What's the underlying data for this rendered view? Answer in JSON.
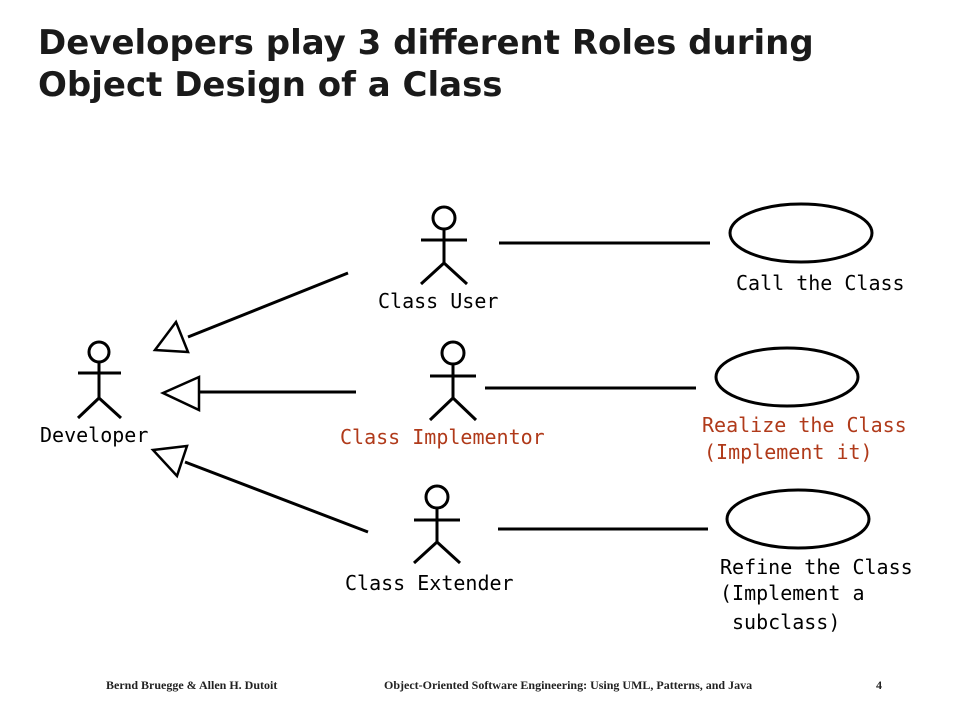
{
  "slide": {
    "title_line1": "Developers play 3 different Roles during",
    "title_line2": "Object Design of a Class"
  },
  "diagram": {
    "actors": {
      "developer": "Developer",
      "class_user": "Class User",
      "class_implementor": "Class Implementor",
      "class_extender": "Class Extender"
    },
    "use_cases": {
      "call": "Call the Class",
      "realize_line1": "Realize the Class",
      "realize_line2": "(Implement it)",
      "refine_line1": "Refine the Class",
      "refine_line2": "(Implement a",
      "refine_line3": "subclass)"
    }
  },
  "colors": {
    "highlight": "#b03a1a",
    "ink": "#000000"
  },
  "footer": {
    "authors": "Bernd Bruegge & Allen H. Dutoit",
    "book": "Object-Oriented Software Engineering: Using UML, Patterns, and Java",
    "page": "4"
  }
}
